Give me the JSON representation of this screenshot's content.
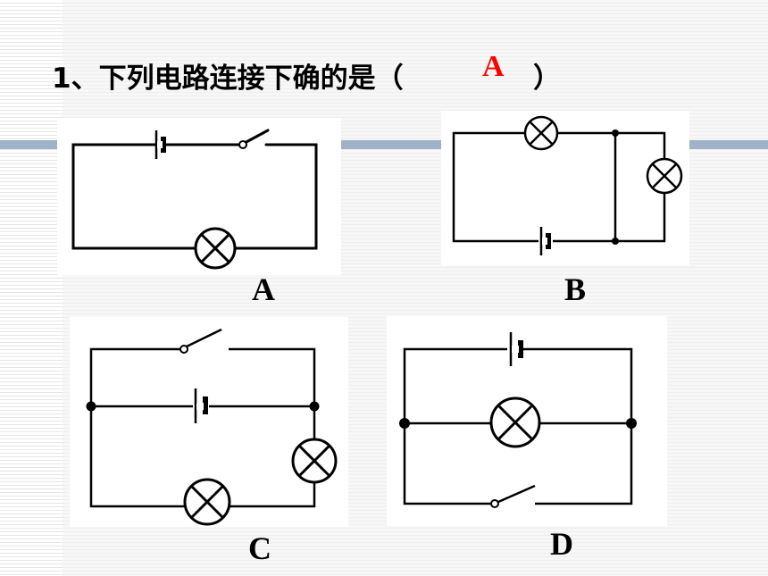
{
  "question": {
    "text": "1、下列电路连接下确的是（",
    "answer": "A",
    "close": "）"
  },
  "options": {
    "a": "A",
    "b": "B",
    "c": "C",
    "d": "D"
  },
  "components": [
    "battery-icon",
    "switch-icon",
    "bulb-icon",
    "junction-dot"
  ]
}
